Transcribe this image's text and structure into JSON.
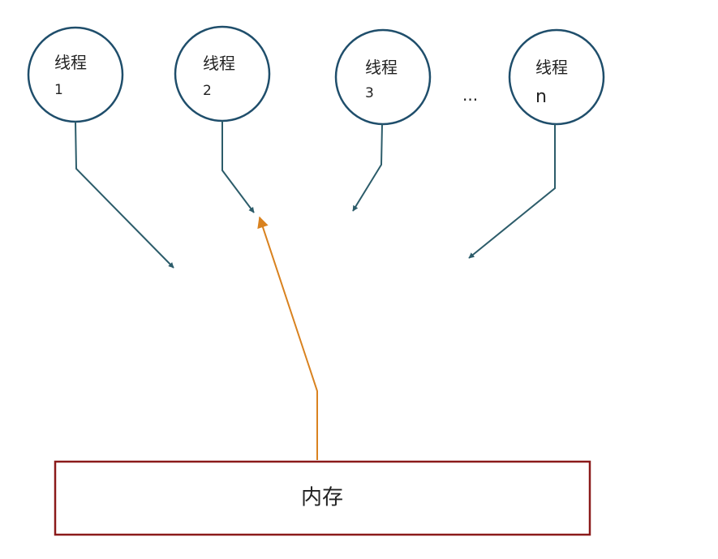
{
  "threads": [
    {
      "label": "线程",
      "number": "1"
    },
    {
      "label": "线程",
      "number": "2"
    },
    {
      "label": "线程",
      "number": "3"
    },
    {
      "label": "线程",
      "number": "n"
    }
  ],
  "ellipsis": "...",
  "memory": {
    "label": "内存"
  },
  "colors": {
    "thread_outline": "#1f4e6b",
    "thread_arrow": "#2c5c6a",
    "memory_arrow": "#d9821f",
    "memory_border": "#8b1a1a"
  }
}
